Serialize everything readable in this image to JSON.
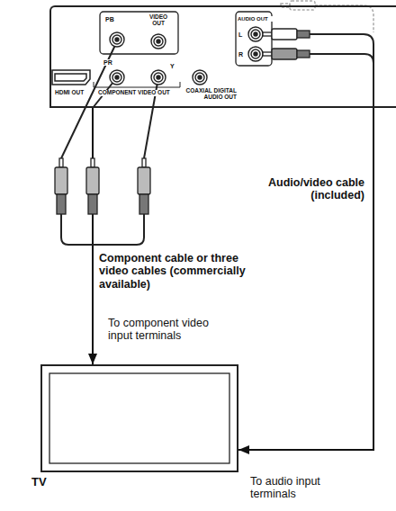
{
  "diagram": {
    "nodes": [
      {
        "text": [
          "PB",
          "VIDEO OUT",
          "PR",
          "Y",
          "HDMI OUT",
          "COMPONENT VIDEO OUT",
          "COAXIAL DIGITAL AUDIO OUT",
          "AUDIO OUT",
          "L",
          "R"
        ]
      },
      {
        "text": [
          "TV"
        ]
      }
    ],
    "edges": [
      {
        "from": 0,
        "to": 1,
        "arrow": "to",
        "label": "Component cable or three video cables (commercially available)"
      },
      {
        "from": 0,
        "to": 1,
        "arrow": "to",
        "label": "Audio/video cable (included)"
      }
    ],
    "labels": [
      "To component video input terminals",
      "To audio input terminals"
    ]
  }
}
